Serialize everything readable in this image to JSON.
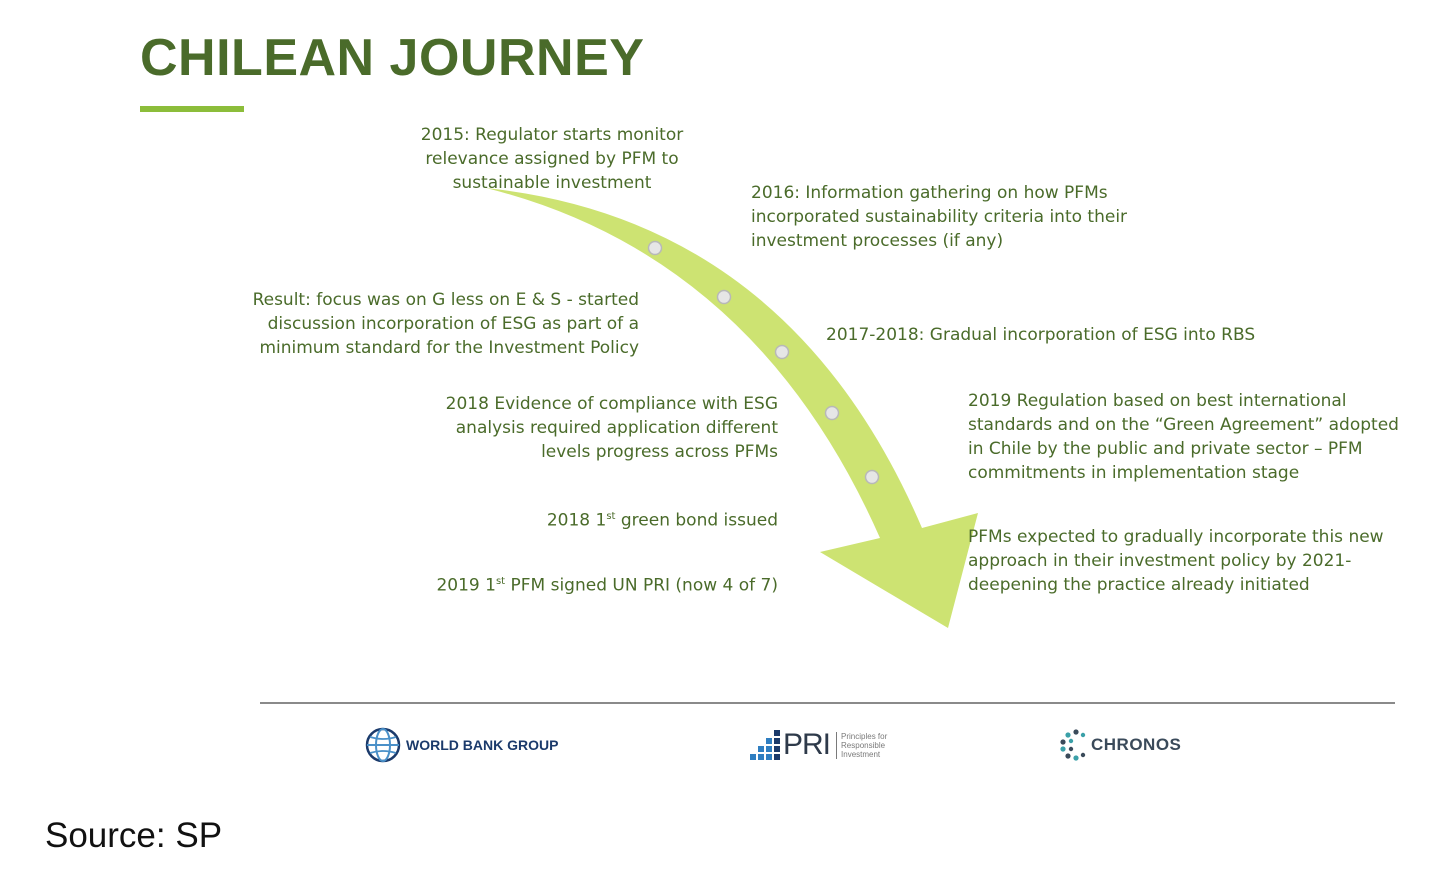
{
  "title": "CHILEAN JOURNEY",
  "colors": {
    "title": "#4a6b2a",
    "accent": "#8cbd3a",
    "arrow": "#cde372",
    "text": "#4a6b2a"
  },
  "events": {
    "e2015": [
      "2015: Regulator starts monitor",
      "relevance assigned by PFM to",
      "sustainable investment"
    ],
    "e2016": [
      "2016: Information gathering on how PFMs",
      "incorporated sustainability criteria into their",
      "investment processes (if any)"
    ],
    "result": [
      "Result: focus was on G less on E & S -  started",
      "discussion incorporation of ESG as part of a",
      "minimum standard for the Investment Policy"
    ],
    "e2017": [
      "2017-2018: Gradual incorporation of ESG into RBS"
    ],
    "e2018_evidence": [
      "2018 Evidence of compliance with ESG",
      "analysis required application different",
      "levels progress  across PFMs"
    ],
    "e2019_reg": [
      "2019 Regulation based on best international",
      "standards and on the “Green Agreement” adopted",
      "in Chile by the public and private sector – PFM",
      "commitments in implementation stage"
    ],
    "e2018_bond": {
      "prefix": "2018 1",
      "sup": "st",
      "suffix": " green bond issued"
    },
    "e2019_pri": {
      "prefix": "2019 1",
      "sup": "st",
      "suffix": " PFM signed UN PRI (now 4 of 7)"
    },
    "expected": [
      "PFMs expected to gradually incorporate this new",
      "approach in their investment policy by 2021-",
      "deepening the practice already initiated"
    ]
  },
  "logos": {
    "world_bank": "WORLD BANK GROUP",
    "pri": "PRI",
    "pri_sub": [
      "Principles for",
      "Responsible",
      "Investment"
    ],
    "chronos": "CHRONOS"
  },
  "source": "Source: SP"
}
